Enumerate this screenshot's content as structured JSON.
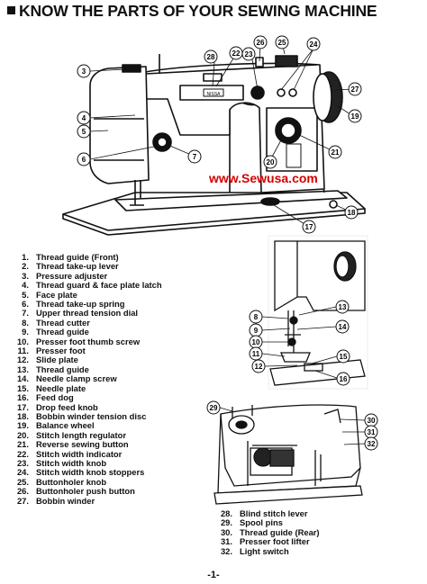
{
  "page_title": "KNOW THE PARTS OF YOUR SEWING MACHINE",
  "website": "www.Sewusa.com",
  "page_number": "-1-",
  "main_diagram_callouts": [
    "3",
    "4",
    "5",
    "6",
    "7",
    "28",
    "22",
    "23",
    "26",
    "25",
    "24",
    "27",
    "19",
    "20",
    "21",
    "17",
    "18"
  ],
  "detail_diagram_callouts": [
    "8",
    "9",
    "10",
    "11",
    "12",
    "13",
    "14",
    "15",
    "16"
  ],
  "rear_diagram_callouts": [
    "29",
    "30",
    "31",
    "32"
  ],
  "machine_badge": "NISSA",
  "parts_list_left": [
    {
      "num": "1.",
      "name": "Thread guide (Front)"
    },
    {
      "num": "2.",
      "name": "Thread take-up lever"
    },
    {
      "num": "3.",
      "name": "Pressure adjuster"
    },
    {
      "num": "4.",
      "name": "Thread guard & face plate latch"
    },
    {
      "num": "5.",
      "name": "Face plate"
    },
    {
      "num": "6.",
      "name": "Thread take-up spring"
    },
    {
      "num": "7.",
      "name": "Upper thread tension dial"
    },
    {
      "num": "8.",
      "name": "Thread cutter"
    },
    {
      "num": "9.",
      "name": "Thread guide"
    },
    {
      "num": "10.",
      "name": "Presser foot thumb screw"
    },
    {
      "num": "11.",
      "name": "Presser foot"
    },
    {
      "num": "12.",
      "name": "Slide plate"
    },
    {
      "num": "13.",
      "name": "Thread guide"
    },
    {
      "num": "14.",
      "name": "Needle clamp screw"
    },
    {
      "num": "15.",
      "name": "Needle plate"
    },
    {
      "num": "16.",
      "name": "Feed dog"
    },
    {
      "num": "17.",
      "name": "Drop feed knob"
    },
    {
      "num": "18.",
      "name": "Bobbin winder tension disc"
    },
    {
      "num": "19.",
      "name": "Balance wheel"
    },
    {
      "num": "20.",
      "name": "Stitch length regulator"
    },
    {
      "num": "21.",
      "name": "Reverse sewing button"
    },
    {
      "num": "22.",
      "name": "Stitch width indicator"
    },
    {
      "num": "23.",
      "name": "Stitch width knob"
    },
    {
      "num": "24.",
      "name": "Stitch width knob stoppers"
    },
    {
      "num": "25.",
      "name": "Buttonholer knob"
    },
    {
      "num": "26.",
      "name": "Buttonholer push button"
    },
    {
      "num": "27.",
      "name": "Bobbin winder"
    }
  ],
  "parts_list_right": [
    {
      "num": "28.",
      "name": "Blind stitch lever"
    },
    {
      "num": "29.",
      "name": "Spool pins"
    },
    {
      "num": "30.",
      "name": "Thread guide (Rear)"
    },
    {
      "num": "31.",
      "name": "Presser foot lifter"
    },
    {
      "num": "32.",
      "name": "Light switch"
    }
  ]
}
